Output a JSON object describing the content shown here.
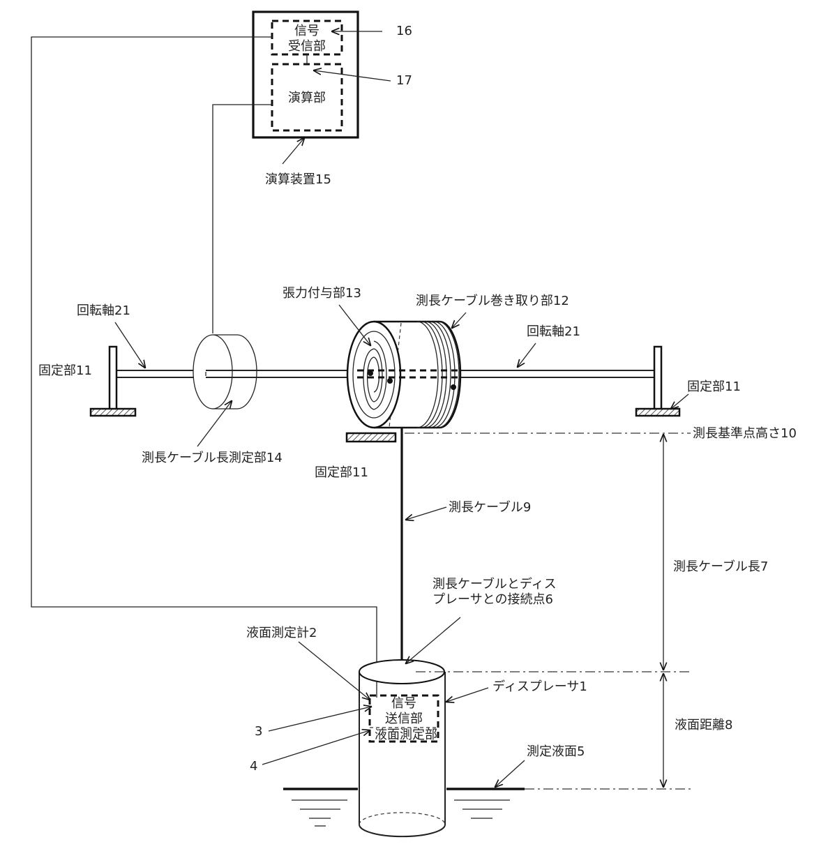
{
  "labels": {
    "signal_receiver": "信号\n受信部",
    "computing_unit": "演算部",
    "computing_device": "演算装置15",
    "ref16": "16",
    "ref17": "17",
    "tension_unit": "張力付与部13",
    "winding_unit": "測長ケーブル巻き取り部12",
    "rotation_axis_left": "回転軸21",
    "rotation_axis_right": "回転軸21",
    "fixed_left": "固定部11",
    "fixed_right": "固定部11",
    "fixed_center": "固定部11",
    "length_measure_unit": "測長ケーブル長測定部14",
    "ref_height": "測長基準点高さ10",
    "cable": "測長ケーブル9",
    "cable_length": "測長ケーブル長7",
    "connection_point": "測長ケーブルとディス\nプレーサとの接続点6",
    "level_meter": "液面測定計2",
    "displacer": "ディスプレーサ1",
    "signal_transmitter": "信号\n送信部",
    "level_measure_unit": "液面測定部",
    "ref3": "3",
    "ref4": "4",
    "liquid_distance": "液面距離8",
    "measured_surface": "測定液面5"
  }
}
